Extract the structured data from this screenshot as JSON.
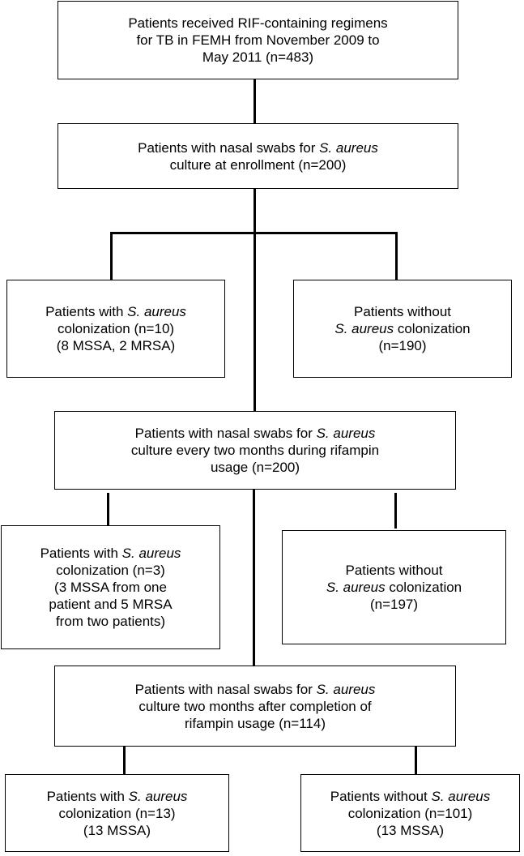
{
  "boxes": {
    "b1": {
      "lines": [
        "Patients received RIF-containing regimens",
        "for TB in FEMH from November 2009 to",
        "May 2011 (n=483)"
      ]
    },
    "b2": {
      "lines": [
        {
          "pre": "Patients with nasal swabs for ",
          "em": "S. aureus",
          "post": ""
        },
        {
          "pre": "culture at enrollment (n=200)",
          "em": "",
          "post": ""
        }
      ]
    },
    "b3": {
      "lines": [
        {
          "pre": "Patients with ",
          "em": "S. aureus",
          "post": ""
        },
        {
          "pre": "colonization (n=10)",
          "em": "",
          "post": ""
        },
        {
          "pre": "(8 MSSA, 2 MRSA)",
          "em": "",
          "post": ""
        }
      ]
    },
    "b4": {
      "lines": [
        {
          "pre": "Patients without",
          "em": "",
          "post": ""
        },
        {
          "pre": "",
          "em": "S. aureus",
          "post": " colonization"
        },
        {
          "pre": "(n=190)",
          "em": "",
          "post": ""
        }
      ]
    },
    "b5": {
      "lines": [
        {
          "pre": "Patients with nasal swabs for ",
          "em": "S. aureus",
          "post": ""
        },
        {
          "pre": "culture every two months during rifampin",
          "em": "",
          "post": ""
        },
        {
          "pre": "usage (n=200)",
          "em": "",
          "post": ""
        }
      ]
    },
    "b6": {
      "lines": [
        {
          "pre": "Patients with ",
          "em": "S. aureus",
          "post": ""
        },
        {
          "pre": "colonization (n=3)",
          "em": "",
          "post": ""
        },
        {
          "pre": "(3 MSSA from one",
          "em": "",
          "post": ""
        },
        {
          "pre": "patient and 5 MRSA",
          "em": "",
          "post": ""
        },
        {
          "pre": "from two patients)",
          "em": "",
          "post": ""
        }
      ]
    },
    "b7": {
      "lines": [
        {
          "pre": "Patients without",
          "em": "",
          "post": ""
        },
        {
          "pre": "",
          "em": "S. aureus",
          "post": " colonization"
        },
        {
          "pre": "(n=197)",
          "em": "",
          "post": ""
        }
      ]
    },
    "b8": {
      "lines": [
        {
          "pre": "Patients with nasal swabs for ",
          "em": "S. aureus",
          "post": ""
        },
        {
          "pre": "culture two months after completion of",
          "em": "",
          "post": ""
        },
        {
          "pre": "rifampin usage (n=114)",
          "em": "",
          "post": ""
        }
      ]
    },
    "b9": {
      "lines": [
        {
          "pre": "Patients with ",
          "em": "S. aureus",
          "post": ""
        },
        {
          "pre": "colonization (n=13)",
          "em": "",
          "post": ""
        },
        {
          "pre": "(13 MSSA)",
          "em": "",
          "post": ""
        }
      ]
    },
    "b10": {
      "lines": [
        {
          "pre": "Patients without ",
          "em": "S. aureus",
          "post": ""
        },
        {
          "pre": "colonization (n=101)",
          "em": "",
          "post": ""
        },
        {
          "pre": "(13 MSSA)",
          "em": "",
          "post": ""
        }
      ]
    }
  }
}
